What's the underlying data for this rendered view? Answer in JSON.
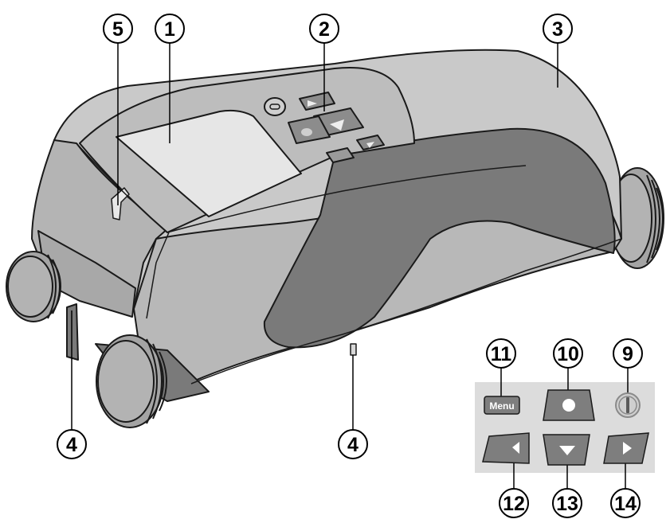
{
  "callouts": {
    "c1": "1",
    "c2": "2",
    "c3": "3",
    "c4_left": "4",
    "c4_right": "4",
    "c5": "5",
    "c9": "9",
    "c10": "10",
    "c11": "11",
    "c12": "12",
    "c13": "13",
    "c14": "14"
  },
  "keypad": {
    "menu_label": "Menu"
  },
  "colors": {
    "body_light": "#c9c9c9",
    "body_mid": "#a9a9a9",
    "body_dark": "#8b8b8b",
    "grip_dark": "#7a7a7a",
    "wheel": "#a4a4a4",
    "display": "#e6e6e6",
    "outline": "#1a1a1a",
    "keypad_panel": "#dcdcdc",
    "button": "#7e7e7e"
  },
  "icons": {
    "power": "power-icon",
    "measure": "measure-dot-icon",
    "left": "arrow-left-icon",
    "down": "arrow-down-icon",
    "right": "arrow-right-icon"
  }
}
